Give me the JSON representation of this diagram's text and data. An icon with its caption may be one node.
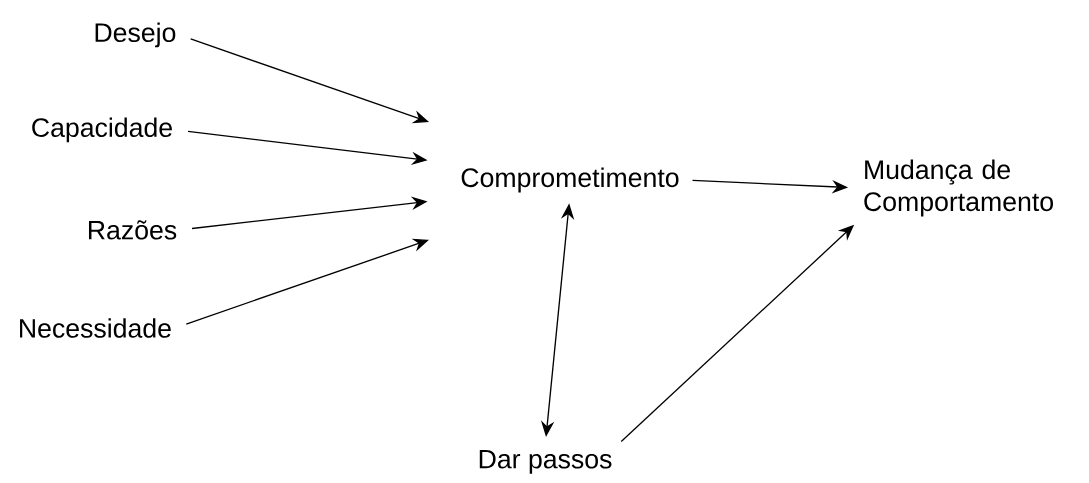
{
  "diagram": {
    "nodes": [
      {
        "text": [
          "Desejo"
        ]
      },
      {
        "text": [
          "Capacidade"
        ]
      },
      {
        "text": [
          "Razões"
        ]
      },
      {
        "text": [
          "Necessidade"
        ]
      },
      {
        "text": [
          "Comprometimento"
        ]
      },
      {
        "text": [
          "Mudança de Comportamento"
        ]
      },
      {
        "text": [
          "Dar passos"
        ]
      }
    ],
    "edges": [
      {
        "from": 0,
        "to": 4,
        "arrow": "to"
      },
      {
        "from": 1,
        "to": 4,
        "arrow": "to"
      },
      {
        "from": 2,
        "to": 4,
        "arrow": "to"
      },
      {
        "from": 3,
        "to": 4,
        "arrow": "to"
      },
      {
        "from": 4,
        "to": 5,
        "arrow": "to"
      },
      {
        "from": 4,
        "to": 6,
        "arrow": "both"
      },
      {
        "from": 6,
        "to": 5,
        "arrow": "to"
      }
    ]
  }
}
